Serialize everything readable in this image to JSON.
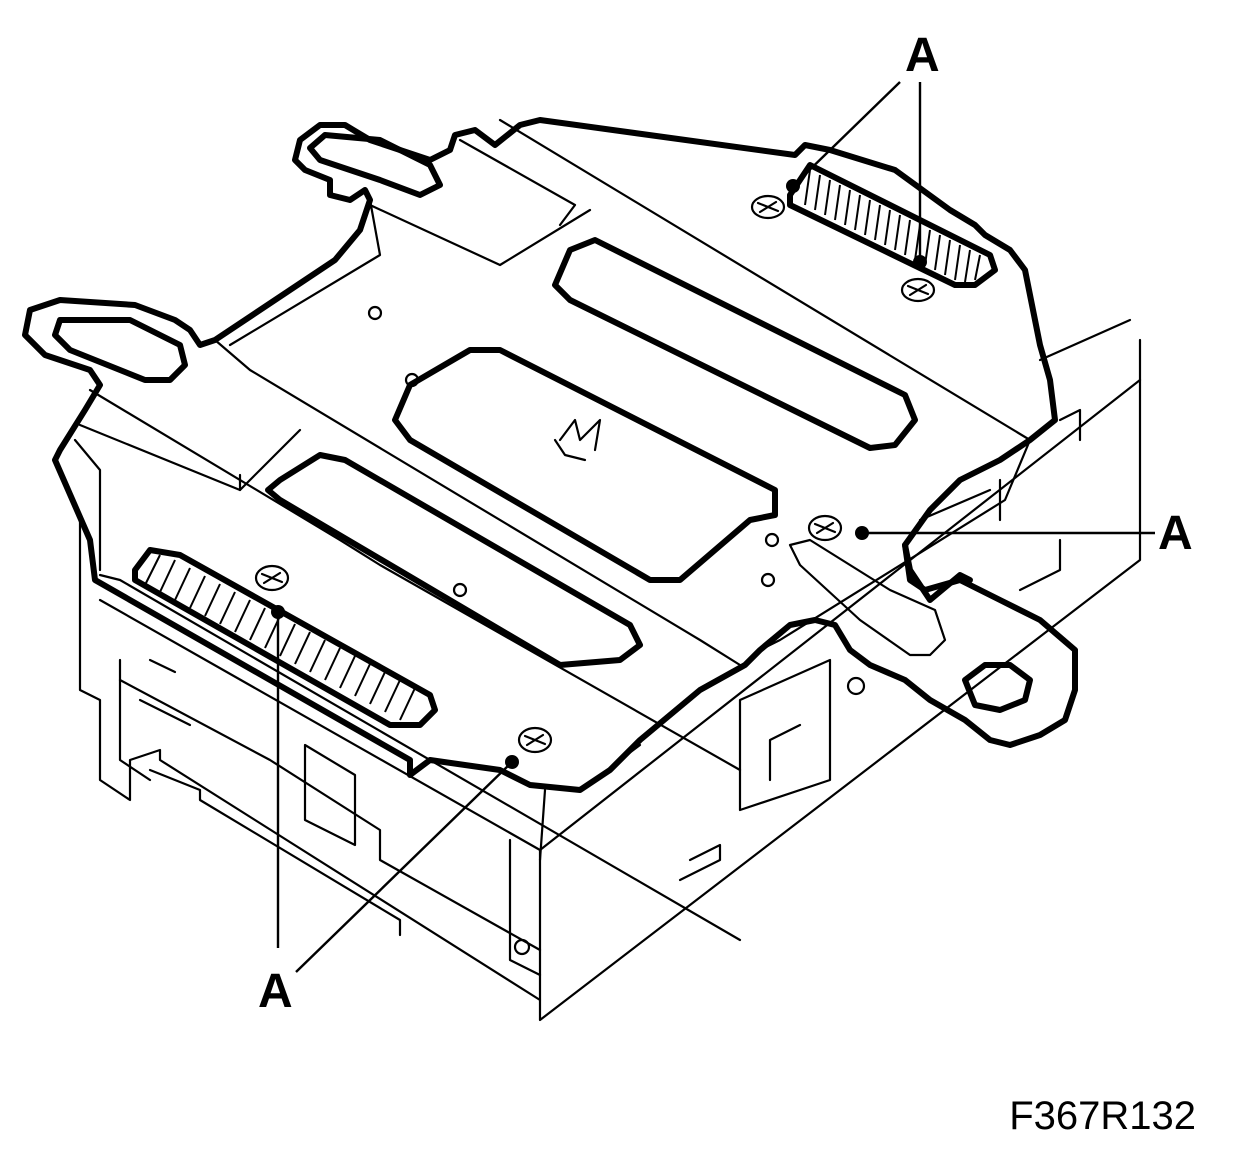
{
  "callouts": {
    "top": "A",
    "right": "A",
    "bottom": "A"
  },
  "figure_code": "F367R132",
  "colors": {
    "line": "#000000",
    "background": "#ffffff"
  }
}
